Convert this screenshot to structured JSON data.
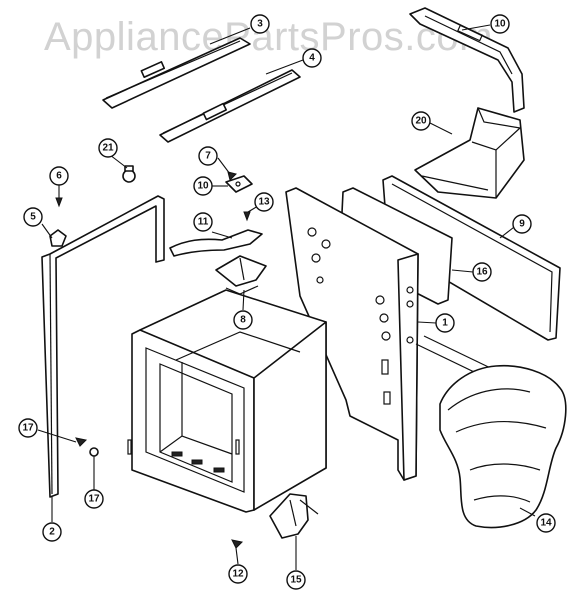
{
  "watermark": "AppliancePartsPros.com",
  "callouts": [
    {
      "id": "p1",
      "label": "1"
    },
    {
      "id": "p2",
      "label": "2"
    },
    {
      "id": "p3",
      "label": "3"
    },
    {
      "id": "p4",
      "label": "4"
    },
    {
      "id": "p5",
      "label": "5"
    },
    {
      "id": "p6",
      "label": "6"
    },
    {
      "id": "p7",
      "label": "7"
    },
    {
      "id": "p8",
      "label": "8"
    },
    {
      "id": "p9",
      "label": "9"
    },
    {
      "id": "p10",
      "label": "10"
    },
    {
      "id": "p10b",
      "label": "10"
    },
    {
      "id": "p11",
      "label": "11"
    },
    {
      "id": "p12",
      "label": "12"
    },
    {
      "id": "p13",
      "label": "13"
    },
    {
      "id": "p14",
      "label": "14"
    },
    {
      "id": "p15",
      "label": "15"
    },
    {
      "id": "p16",
      "label": "16"
    },
    {
      "id": "p17",
      "label": "17"
    },
    {
      "id": "p18",
      "label": "18"
    },
    {
      "id": "p20",
      "label": "20"
    },
    {
      "id": "p21",
      "label": "21"
    }
  ]
}
